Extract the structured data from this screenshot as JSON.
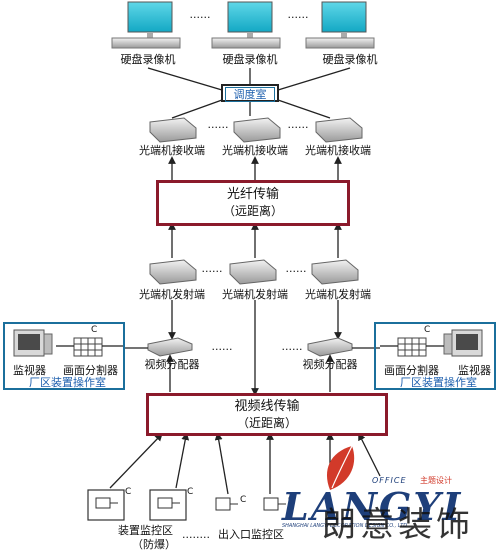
{
  "hdd_recorders": {
    "label_left": "硬盘录像机",
    "label_mid": "硬盘录像机",
    "label_right": "硬盘录像机",
    "dots": "......"
  },
  "dispatch_room": {
    "label": "调度室"
  },
  "receivers": {
    "label_left": "光端机接收端",
    "label_mid": "光端机接收端",
    "label_right": "光端机接收端",
    "dots": "......"
  },
  "fiber": {
    "title": "光纤传输",
    "subtitle": "（远距离）"
  },
  "transmitters": {
    "label_left": "光端机发射端",
    "label_mid": "光端机发射端",
    "label_right": "光端机发射端",
    "dots": "......"
  },
  "left_room": {
    "monitor": "监视器",
    "splitter": "画面分割器",
    "title": "厂区装置操作室",
    "c_mark": "C"
  },
  "right_room": {
    "monitor": "监视器",
    "splitter": "画面分割器",
    "title": "厂区装置操作室",
    "c_mark": "C"
  },
  "distributors": {
    "left": "视频分配器",
    "right": "视频分配器",
    "dots": "......"
  },
  "video_line": {
    "title": "视频线传输",
    "subtitle": "（近距离）"
  },
  "monitor_zone": {
    "label": "装置监控区",
    "sub": "（防爆）",
    "dots": "........",
    "entry": "出入口监控区",
    "c_mark": "C"
  },
  "watermark": {
    "logo": "LANGYI",
    "tagline_1": "OFFICE",
    "tagline_2": "主题设计",
    "subline": "SHANGHAI LANGYI DECORATION DESIGN CO., LTD",
    "chinese": "朗意装饰"
  }
}
